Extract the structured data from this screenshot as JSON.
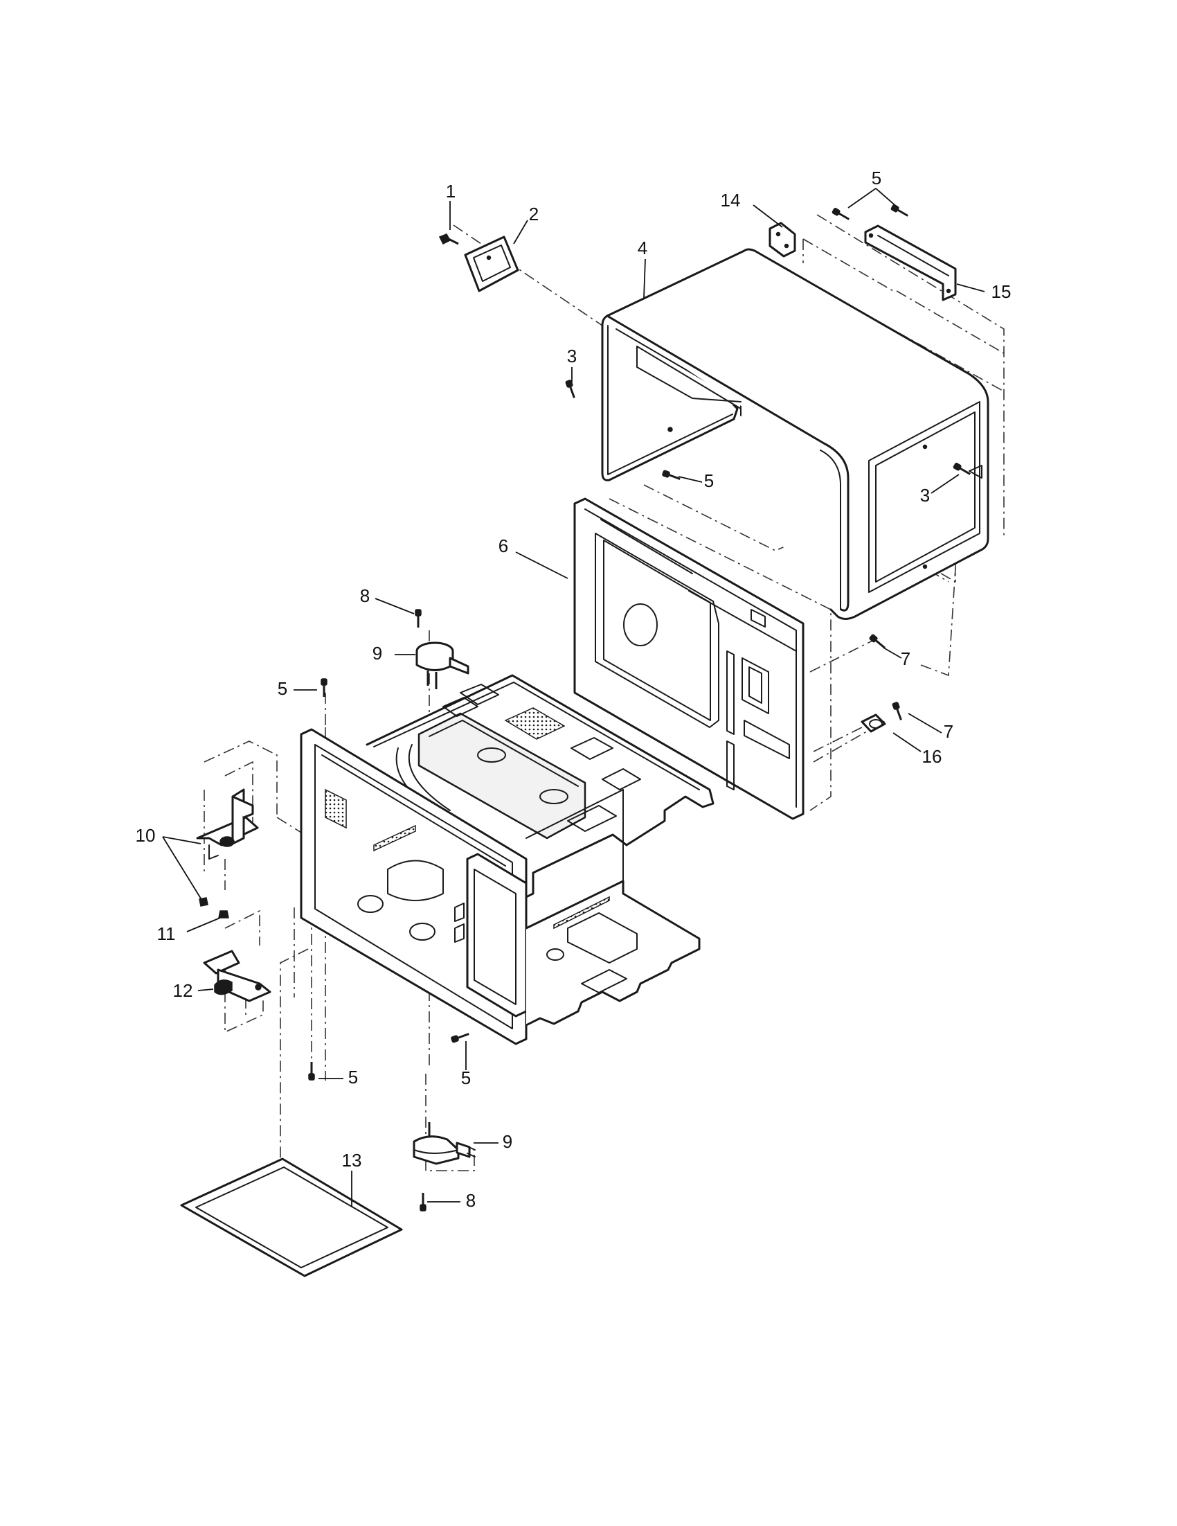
{
  "callouts": [
    {
      "id": "c1",
      "label": "1"
    },
    {
      "id": "c2",
      "label": "2"
    },
    {
      "id": "c3a",
      "label": "3"
    },
    {
      "id": "c3b",
      "label": "3"
    },
    {
      "id": "c4",
      "label": "4"
    },
    {
      "id": "c5a",
      "label": "5"
    },
    {
      "id": "c5b",
      "label": "5"
    },
    {
      "id": "c5c",
      "label": "5"
    },
    {
      "id": "c5d",
      "label": "5"
    },
    {
      "id": "c5e",
      "label": "5"
    },
    {
      "id": "c6",
      "label": "6"
    },
    {
      "id": "c7a",
      "label": "7"
    },
    {
      "id": "c7b",
      "label": "7"
    },
    {
      "id": "c8a",
      "label": "8"
    },
    {
      "id": "c8b",
      "label": "8"
    },
    {
      "id": "c9a",
      "label": "9"
    },
    {
      "id": "c9b",
      "label": "9"
    },
    {
      "id": "c10",
      "label": "10"
    },
    {
      "id": "c11",
      "label": "11"
    },
    {
      "id": "c12",
      "label": "12"
    },
    {
      "id": "c13",
      "label": "13"
    },
    {
      "id": "c14",
      "label": "14"
    },
    {
      "id": "c15",
      "label": "15"
    },
    {
      "id": "c16",
      "label": "16"
    }
  ]
}
